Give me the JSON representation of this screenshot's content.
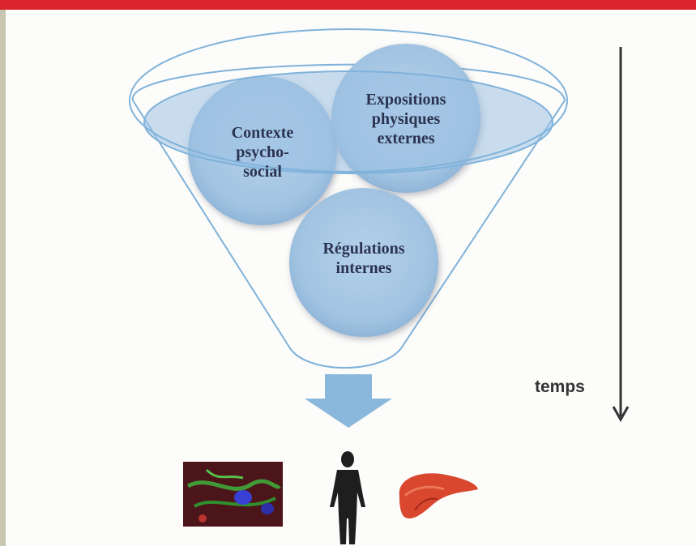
{
  "circles": {
    "contexte": [
      "Contexte",
      "psycho-",
      "social"
    ],
    "expositions": [
      "Expositions",
      "physiques",
      "externes"
    ],
    "regulations": [
      "Régulations",
      "internes"
    ]
  },
  "time_label": "temps",
  "colors": {
    "accent_bar": "#d9252b",
    "circle_fill": "#a9c9e4",
    "funnel_stroke": "#7fb2da",
    "arrow_fill": "#8ab8dd"
  }
}
